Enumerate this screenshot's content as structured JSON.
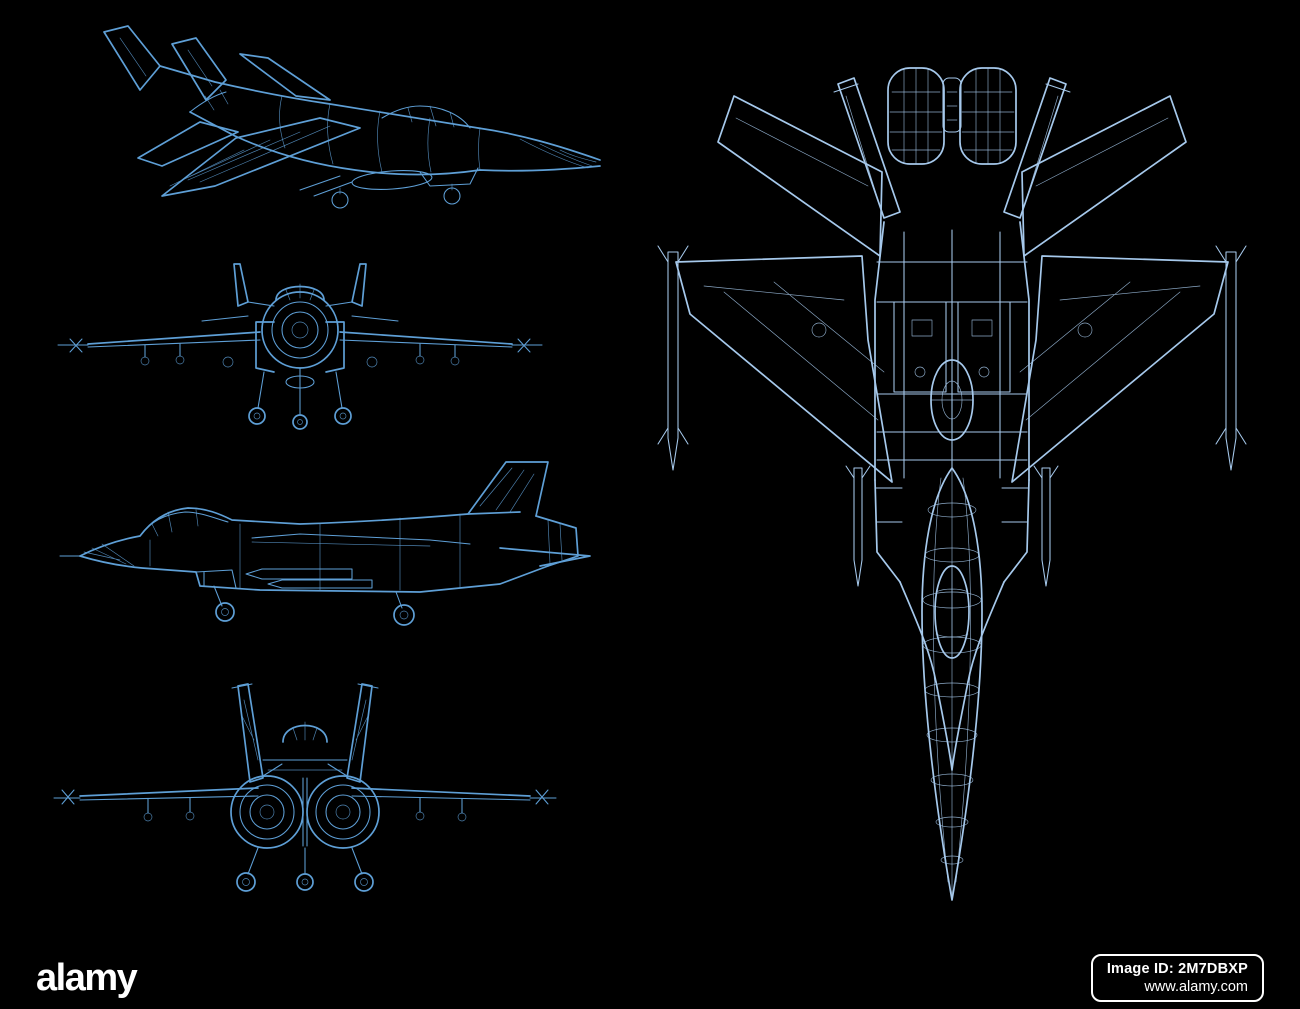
{
  "page": {
    "background": "#000000",
    "wireframe_color": "#5e9fd6",
    "wireframe_color_light": "#a6c9ec",
    "watermark_text_color": "#ffffff"
  },
  "figure": {
    "subject": "fighter-jet-wireframe-blueprint",
    "views": [
      "perspective",
      "front",
      "side",
      "front-landing-gear",
      "top-plan"
    ]
  },
  "watermark": {
    "logo_text": "alamy",
    "image_id": "Image ID: 2M7DBXP",
    "url": "www.alamy.com"
  }
}
